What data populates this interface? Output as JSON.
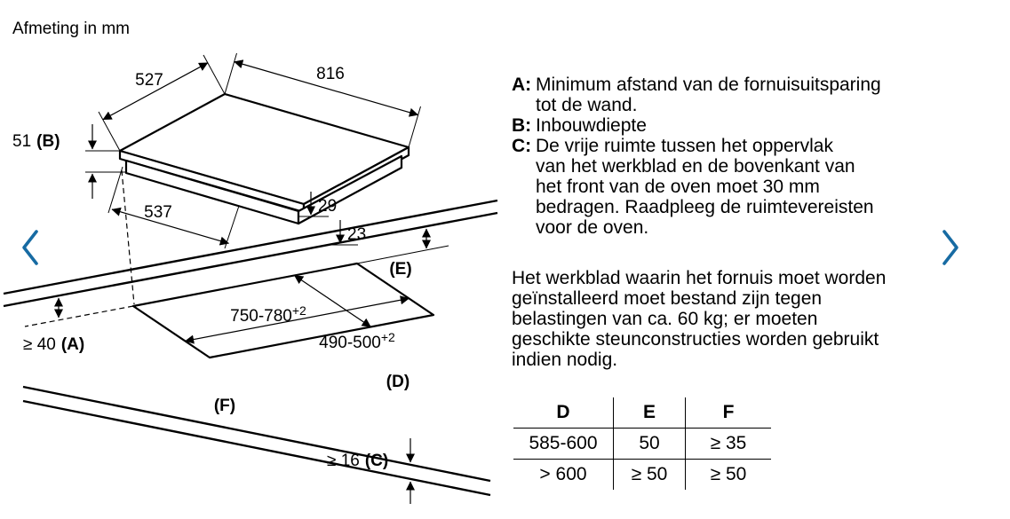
{
  "diagram": {
    "title": "Afmeting in mm",
    "dims": {
      "depth_top": "527",
      "width_top": "816",
      "height_value": "51",
      "height_letter": "(B)",
      "front_depth": "537",
      "step_one": "29",
      "step_two": "23",
      "cutout_width": "750-780",
      "cutout_width_sup": "+2",
      "cutout_depth": "490-500",
      "cutout_depth_sup": "+2",
      "wall_value": "≥ 40",
      "wall_letter": "(A)",
      "thickness_value": "≥ 16",
      "thickness_letter": "(C)",
      "label_e": "(E)",
      "label_d": "(D)",
      "label_f": "(F)"
    }
  },
  "legend": {
    "items": [
      {
        "letter": "A:",
        "lines": [
          "Minimum afstand van de fornuisuitsparing",
          "tot de wand."
        ]
      },
      {
        "letter": "B:",
        "lines": [
          "Inbouwdiepte"
        ]
      },
      {
        "letter": "C:",
        "lines": [
          "De vrije ruimte tussen het oppervlak",
          "van het werkblad en de bovenkant van",
          "het front van de oven moet 30 mm",
          "bedragen. Raadpleeg de ruimtevereisten",
          "voor de oven."
        ]
      }
    ]
  },
  "paragraph": {
    "lines": [
      "Het werkblad waarin het fornuis moet worden",
      "geïnstalleerd moet bestand zijn tegen",
      "belastingen van ca. 60 kg; er moeten",
      "geschikte steunconstructies worden gebruikt",
      "indien nodig."
    ]
  },
  "table": {
    "headers": [
      "D",
      "E",
      "F"
    ],
    "rows": [
      [
        "585-600",
        "50",
        "≥ 35"
      ],
      [
        "> 600",
        "≥ 50",
        "≥ 50"
      ]
    ]
  },
  "icons": {
    "prev": "chevron-left-icon",
    "next": "chevron-right-icon"
  },
  "colors": {
    "accent": "#176ba3",
    "ink": "#000000"
  }
}
